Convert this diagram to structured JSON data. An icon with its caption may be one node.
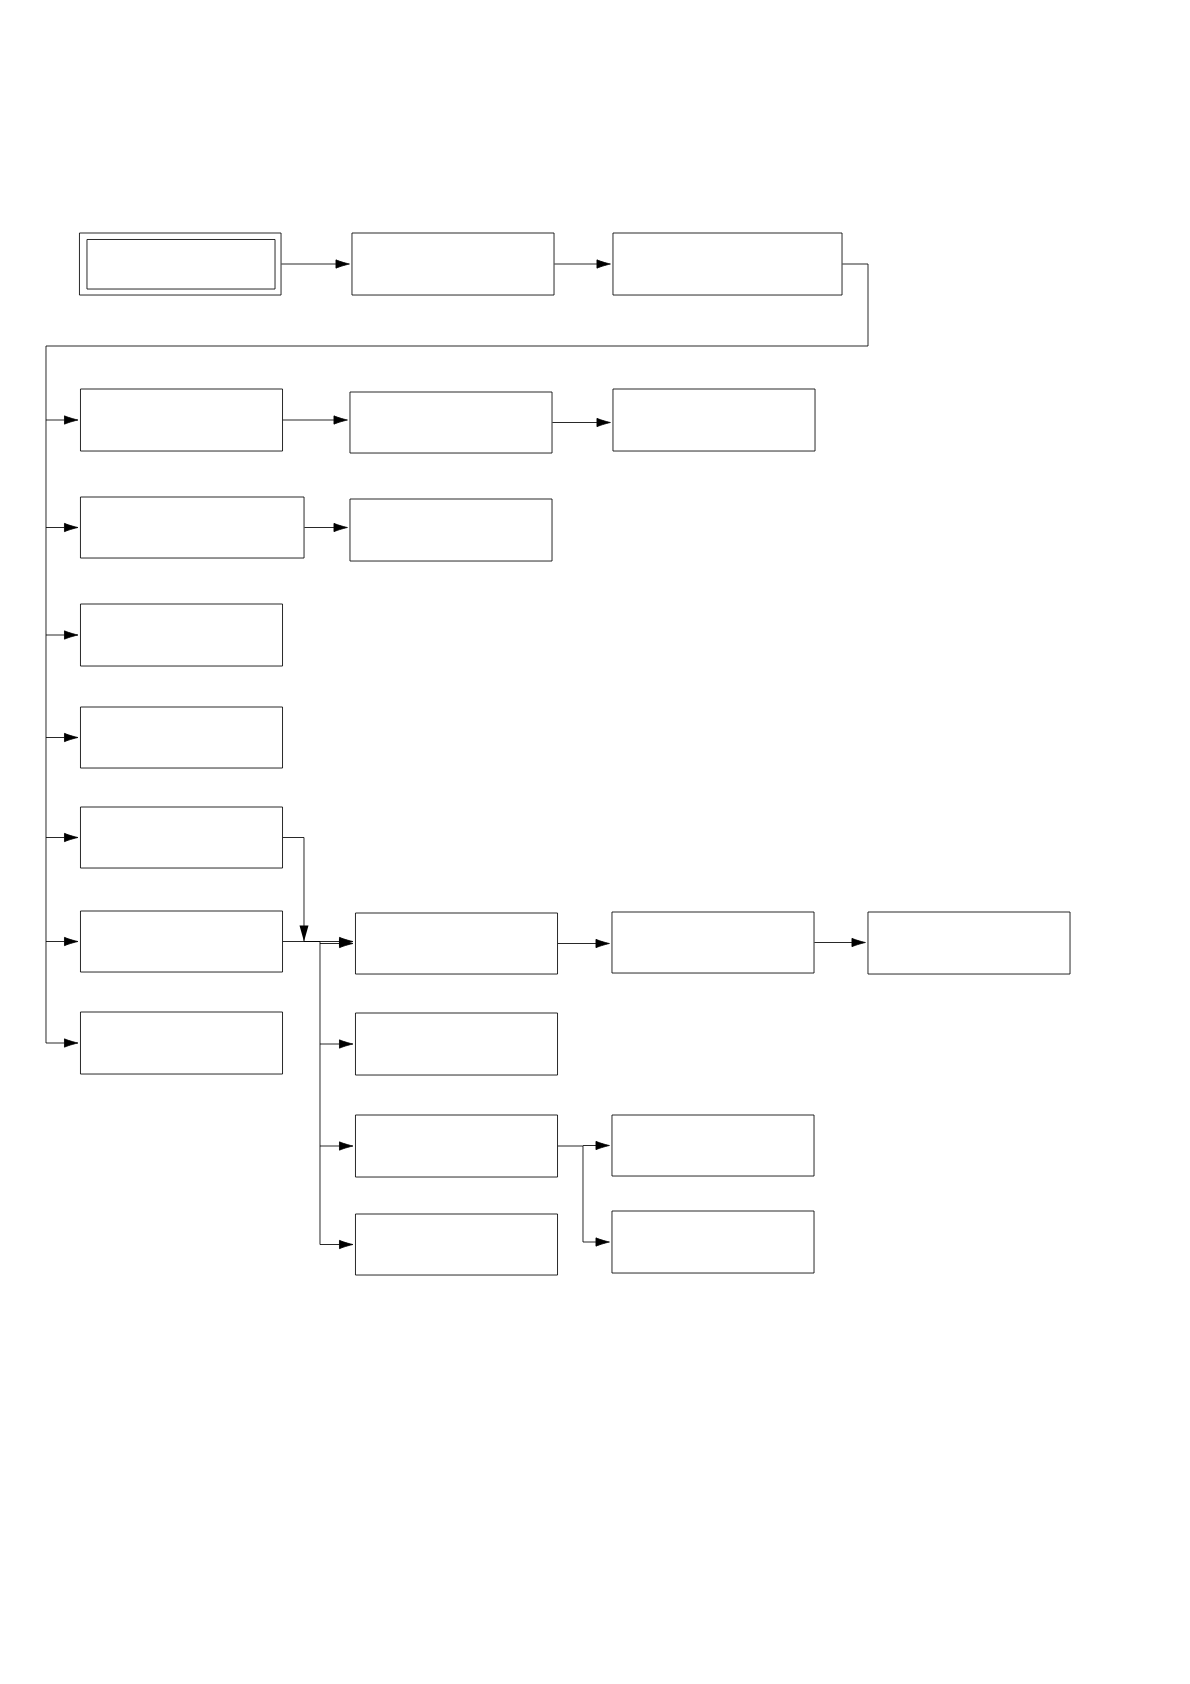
{
  "diagram": {
    "nodes": [
      {
        "text": [],
        "shape": "box"
      },
      {
        "text": [],
        "shape": "box",
        "in": 0
      },
      {
        "text": [],
        "shape": "box"
      },
      {
        "text": [],
        "shape": "box"
      },
      {
        "text": [],
        "shape": "box"
      },
      {
        "text": [],
        "shape": "box"
      },
      {
        "text": [],
        "shape": "box"
      },
      {
        "text": [],
        "shape": "box"
      },
      {
        "text": [],
        "shape": "box"
      },
      {
        "text": [],
        "shape": "box"
      },
      {
        "text": [],
        "shape": "box"
      },
      {
        "text": [],
        "shape": "box"
      },
      {
        "text": [],
        "shape": "box"
      },
      {
        "text": [],
        "shape": "box"
      },
      {
        "text": [],
        "shape": "box"
      },
      {
        "text": [],
        "shape": "box"
      },
      {
        "text": [],
        "shape": "box"
      },
      {
        "text": [],
        "shape": "box"
      },
      {
        "text": [],
        "shape": "box"
      },
      {
        "text": [],
        "shape": "box"
      },
      {
        "text": [],
        "shape": "box"
      },
      {
        "text": [],
        "shape": "box"
      }
    ],
    "edges": [
      {
        "from": 0,
        "to": 2,
        "arrow": "to"
      },
      {
        "from": 2,
        "to": 3,
        "arrow": "to"
      },
      {
        "from": 3,
        "to": 4,
        "arrow": "to"
      },
      {
        "from": 3,
        "to": 7,
        "arrow": "to"
      },
      {
        "from": 3,
        "to": 9,
        "arrow": "to"
      },
      {
        "from": 3,
        "to": 10,
        "arrow": "to"
      },
      {
        "from": 3,
        "to": 11,
        "arrow": "to"
      },
      {
        "from": 3,
        "to": 12,
        "arrow": "to"
      },
      {
        "from": 3,
        "to": 13,
        "arrow": "to"
      },
      {
        "from": 4,
        "to": 5,
        "arrow": "to"
      },
      {
        "from": 5,
        "to": 6,
        "arrow": "to"
      },
      {
        "from": 7,
        "to": 8,
        "arrow": "to"
      },
      {
        "from": 11,
        "to": 14,
        "arrow": "to"
      },
      {
        "from": 12,
        "to": 14,
        "arrow": "to"
      },
      {
        "from": 12,
        "to": 17,
        "arrow": "to"
      },
      {
        "from": 12,
        "to": 18,
        "arrow": "to"
      },
      {
        "from": 12,
        "to": 19,
        "arrow": "to"
      },
      {
        "from": 14,
        "to": 15,
        "arrow": "to"
      },
      {
        "from": 15,
        "to": 16,
        "arrow": "to"
      },
      {
        "from": 18,
        "to": 20,
        "arrow": "to"
      },
      {
        "from": 18,
        "to": 21,
        "arrow": "to"
      }
    ]
  }
}
